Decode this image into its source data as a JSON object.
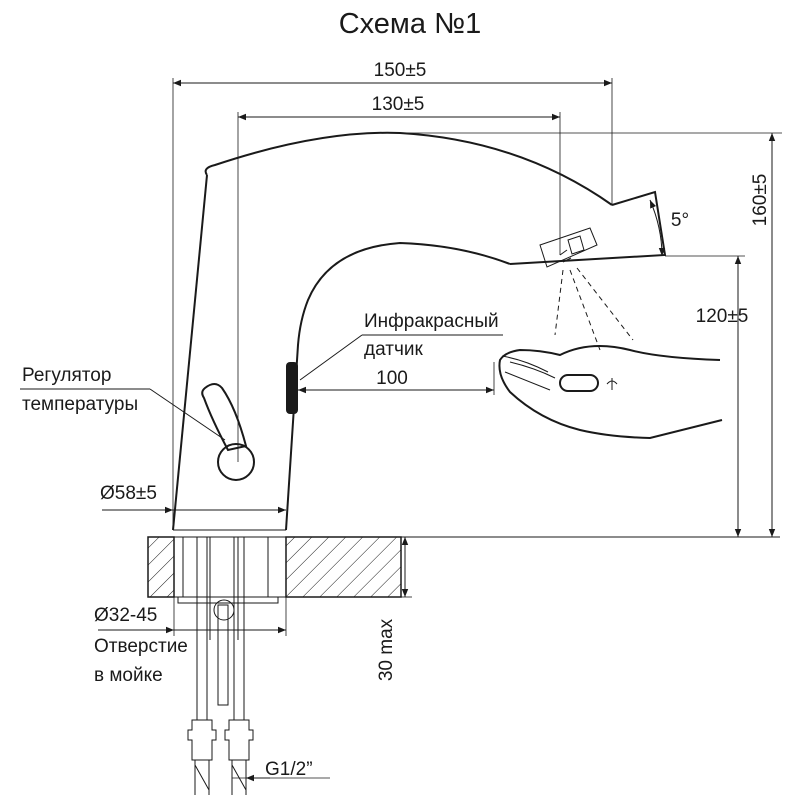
{
  "title": "Схема №1",
  "dimensions": {
    "overall_width": "150±5",
    "spout_reach": "130±5",
    "overall_height": "160±5",
    "spout_height": "120±5",
    "tilt_angle": "5°",
    "sensor_distance": "100",
    "base_diameter": "Ø58±5",
    "hole_diameter": "Ø32-45",
    "counter_thickness": "30 max",
    "thread": "G1/2”"
  },
  "labels": {
    "sensor_line1": "Инфракрасный",
    "sensor_line2": "датчик",
    "regulator_line1": "Регулятор",
    "regulator_line2": "температуры",
    "hole_line1": "Отверстие",
    "hole_line2": "в мойке"
  },
  "colors": {
    "ink": "#1a1a1a",
    "background": "#ffffff"
  }
}
